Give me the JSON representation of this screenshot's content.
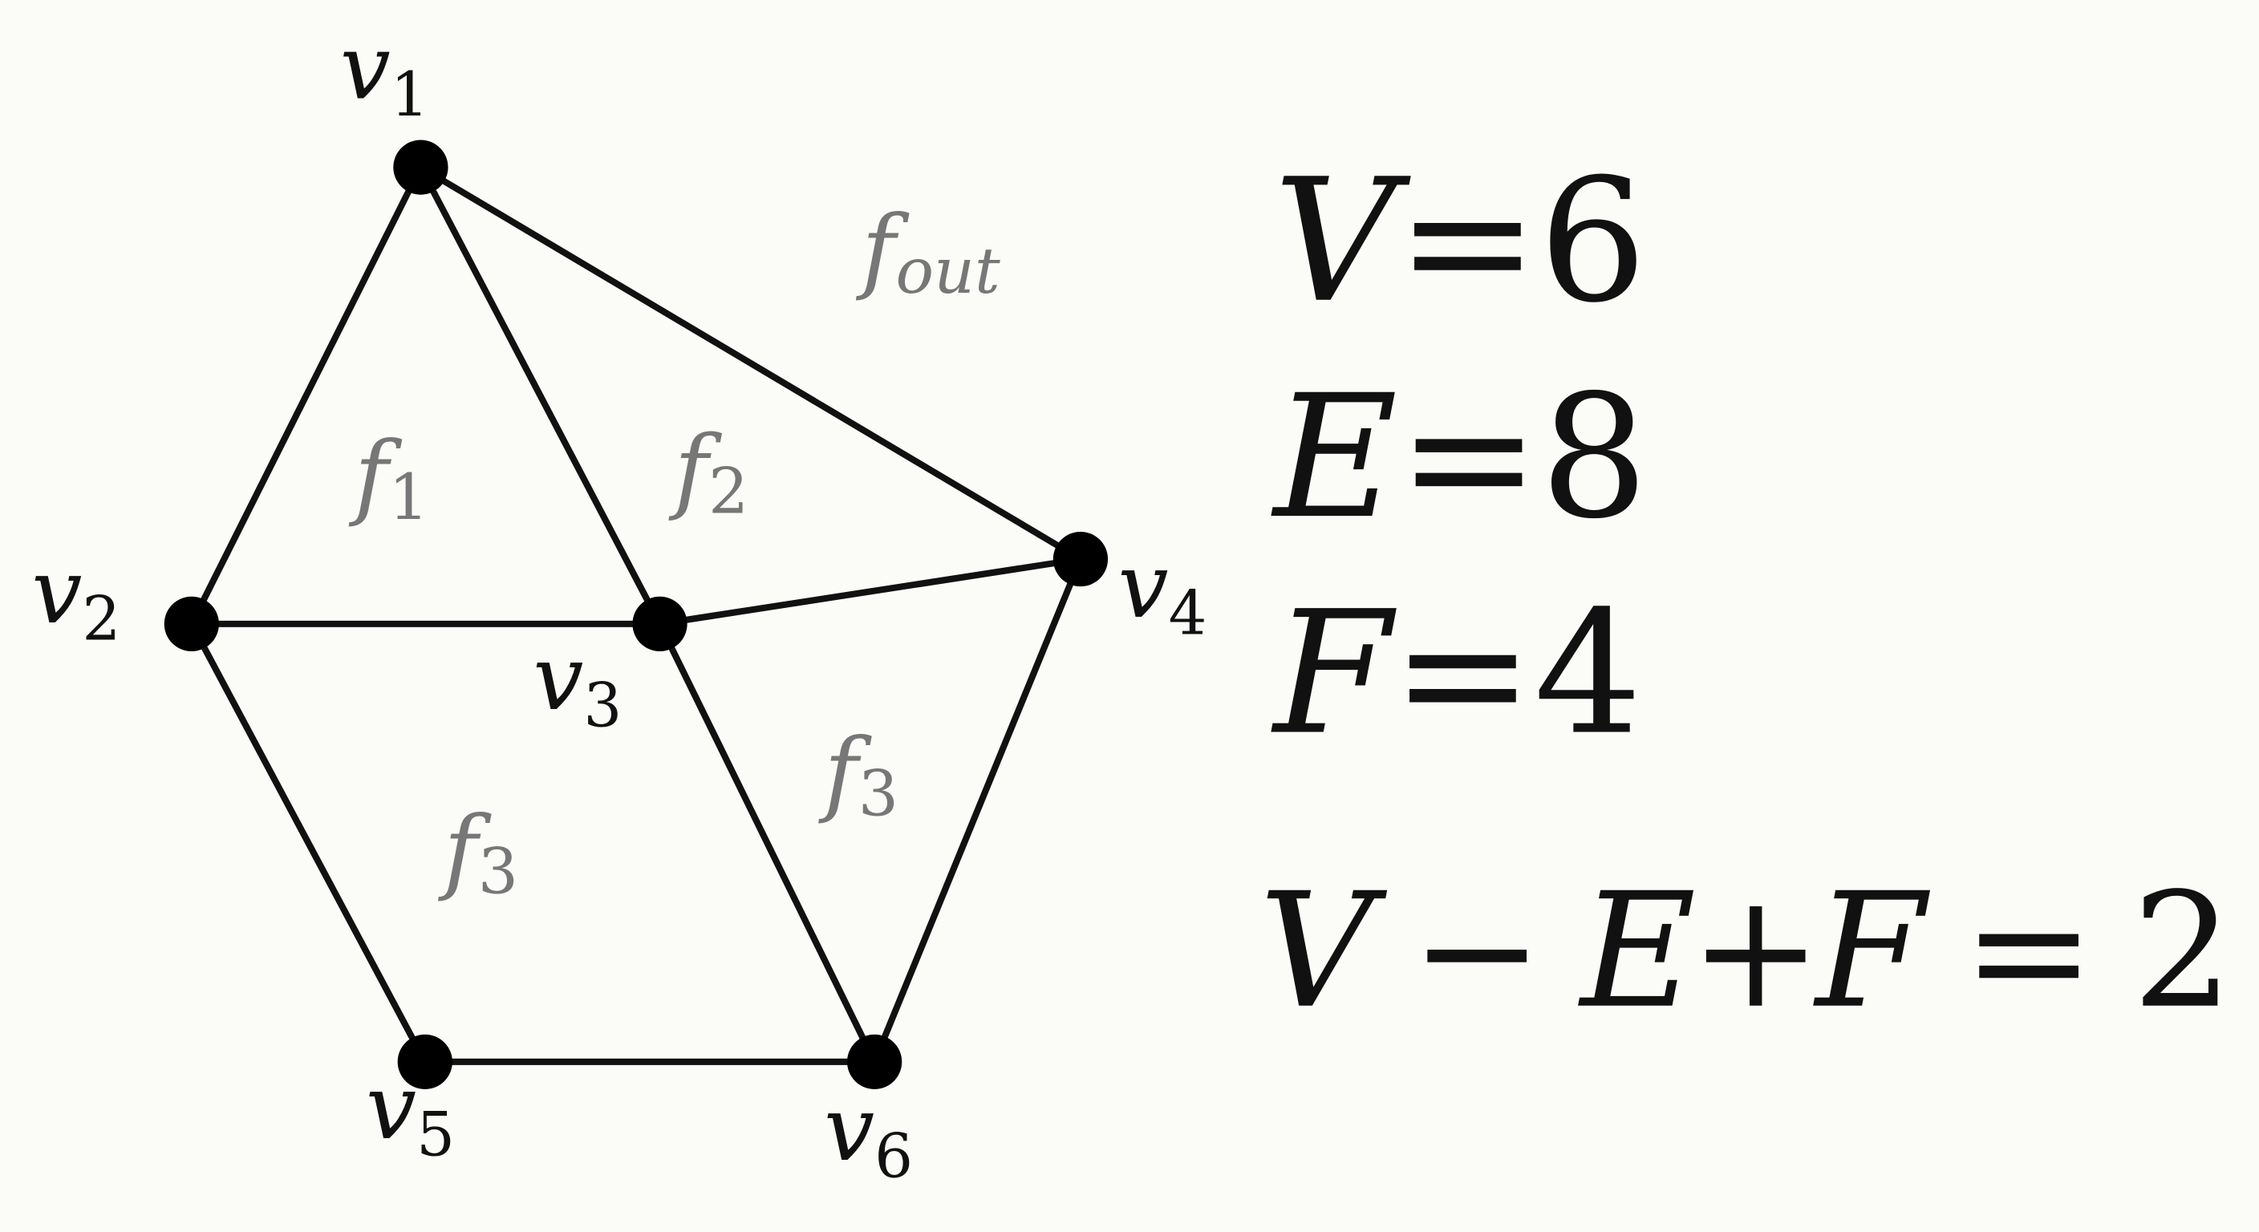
{
  "graph": {
    "vertices": [
      {
        "id": "v1",
        "name": "v",
        "sub": "1"
      },
      {
        "id": "v2",
        "name": "v",
        "sub": "2"
      },
      {
        "id": "v3",
        "name": "v",
        "sub": "3"
      },
      {
        "id": "v4",
        "name": "v",
        "sub": "4"
      },
      {
        "id": "v5",
        "name": "v",
        "sub": "5"
      },
      {
        "id": "v6",
        "name": "v",
        "sub": "6"
      }
    ],
    "edges": [
      [
        "v1",
        "v2"
      ],
      [
        "v1",
        "v3"
      ],
      [
        "v1",
        "v4"
      ],
      [
        "v2",
        "v3"
      ],
      [
        "v3",
        "v4"
      ],
      [
        "v2",
        "v5"
      ],
      [
        "v3",
        "v6"
      ],
      [
        "v4",
        "v6"
      ],
      [
        "v5",
        "v6"
      ]
    ],
    "faces": [
      {
        "name": "f",
        "sub": "out"
      },
      {
        "name": "f",
        "sub": "1"
      },
      {
        "name": "f",
        "sub": "2"
      },
      {
        "name": "f",
        "sub": "3"
      },
      {
        "name": "f",
        "sub": "3"
      }
    ]
  },
  "equations": {
    "v": {
      "var": "V",
      "eq": "=",
      "val": "6"
    },
    "e": {
      "var": "E",
      "eq": "=",
      "val": "8"
    },
    "f": {
      "var": "F",
      "eq": "=",
      "val": "4"
    },
    "euler": {
      "a": "V",
      "minus": "−",
      "b": "E",
      "plus": "+",
      "c": "F",
      "eq": "=",
      "val": "2"
    }
  },
  "colors": {
    "edge": "#111111",
    "face_label": "#777777",
    "background": "#fbfbf8"
  }
}
